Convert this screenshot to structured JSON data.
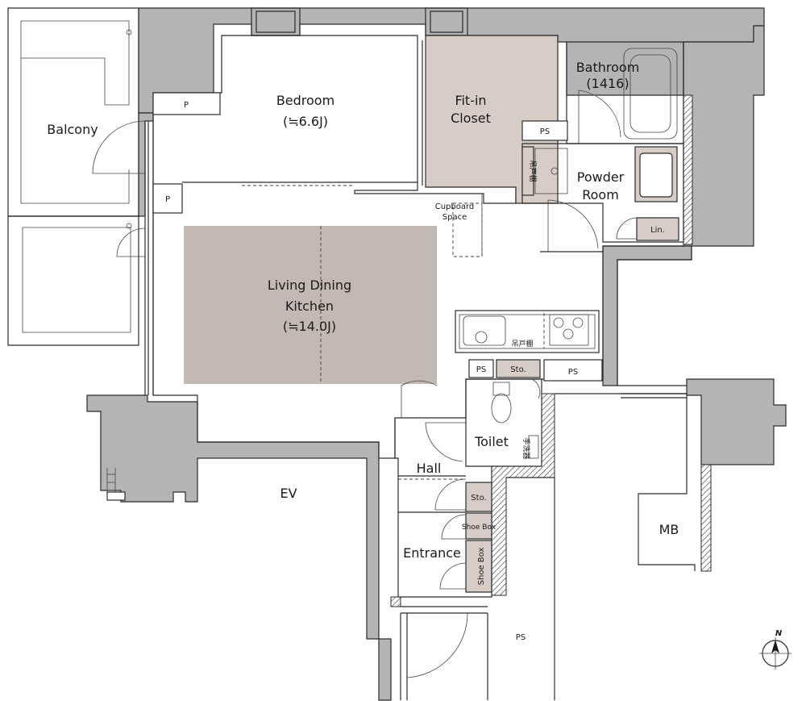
{
  "rooms": {
    "balcony": "Balcony",
    "bedroom": "Bedroom",
    "bedroom_size": "(≒6.6J)",
    "closet_1": "Fit-in",
    "closet_2": "Closet",
    "bathroom": "Bathroom",
    "bathroom_size": "(1416)",
    "powder_1": "Powder",
    "powder_2": "Room",
    "cupboard_1": "Cupboard",
    "cupboard_2": "Space",
    "ldk_1": "Living Dining",
    "ldk_2": "Kitchen",
    "ldk_size": "(≒14.0J)",
    "toilet": "Toilet",
    "hall": "Hall",
    "entrance": "Entrance",
    "ev": "EV",
    "mb": "MB"
  },
  "labels": {
    "p": "P",
    "ps": "PS",
    "sto": "Sto.",
    "shoe_box": "Shoe Box",
    "lin": "Lin.",
    "tsuri_to_dana": "吊戸棚",
    "tearai": "手洗器",
    "north": "N"
  },
  "colors": {
    "wall": "#b4b4b4",
    "floor_accent": "#c4b9b2",
    "storage": "#d8cdc6"
  }
}
